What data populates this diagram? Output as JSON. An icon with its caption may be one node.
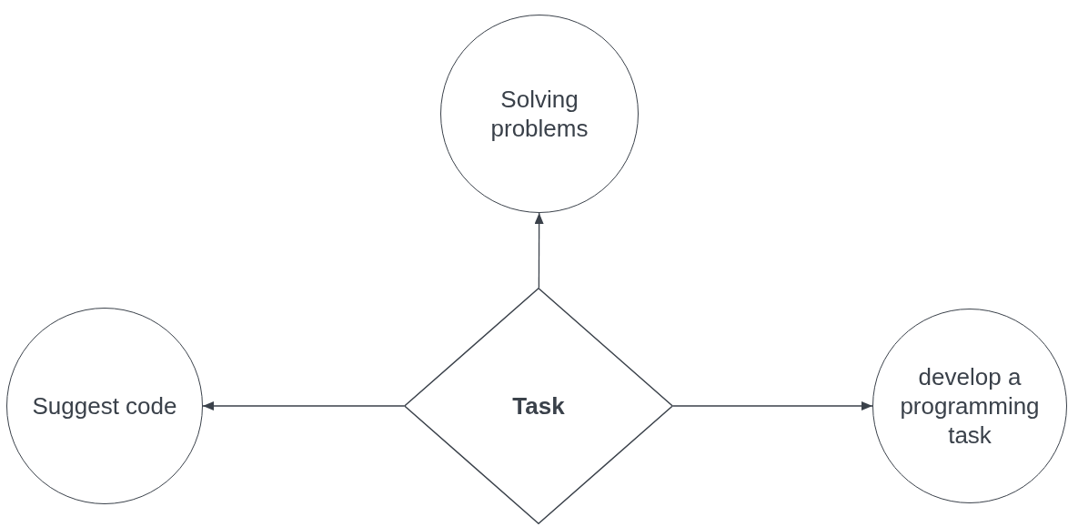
{
  "diagram": {
    "nodes": [
      {
        "text": [
          "Solving problems"
        ]
      },
      {
        "text": [
          "Suggest code"
        ]
      },
      {
        "text": [
          "Task"
        ]
      },
      {
        "text": [
          "develop a programming task"
        ]
      }
    ],
    "edges": [
      {
        "from": 2,
        "to": 0,
        "arrow": "to"
      },
      {
        "from": 2,
        "to": 1,
        "arrow": "to"
      },
      {
        "from": 2,
        "to": 3,
        "arrow": "to"
      }
    ]
  }
}
